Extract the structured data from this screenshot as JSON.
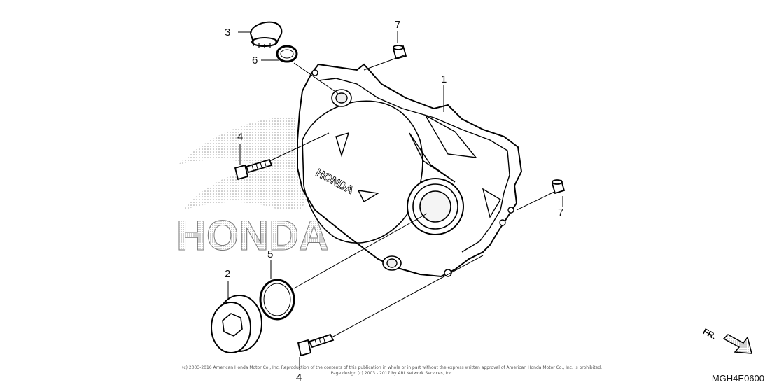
{
  "callouts": {
    "c3": "3",
    "c6": "6",
    "c7a": "7",
    "c1": "1",
    "c4a": "4",
    "c7b": "7",
    "c2": "2",
    "c5": "5",
    "c4b": "4"
  },
  "watermark": "HONDA",
  "cover_emboss": "HONDA",
  "fr_label": "FR.",
  "diagram_code": "MGH4E0600",
  "copyright_line1": "(c) 2003-2016 American Honda Motor Co., Inc. Reproduction of the contents of this publication in whole or in part without the express written approval of American Honda Motor Co., Inc. is prohibited.",
  "copyright_line2": "Page design (c) 2003 - 2017 by ARI Network Services, Inc."
}
